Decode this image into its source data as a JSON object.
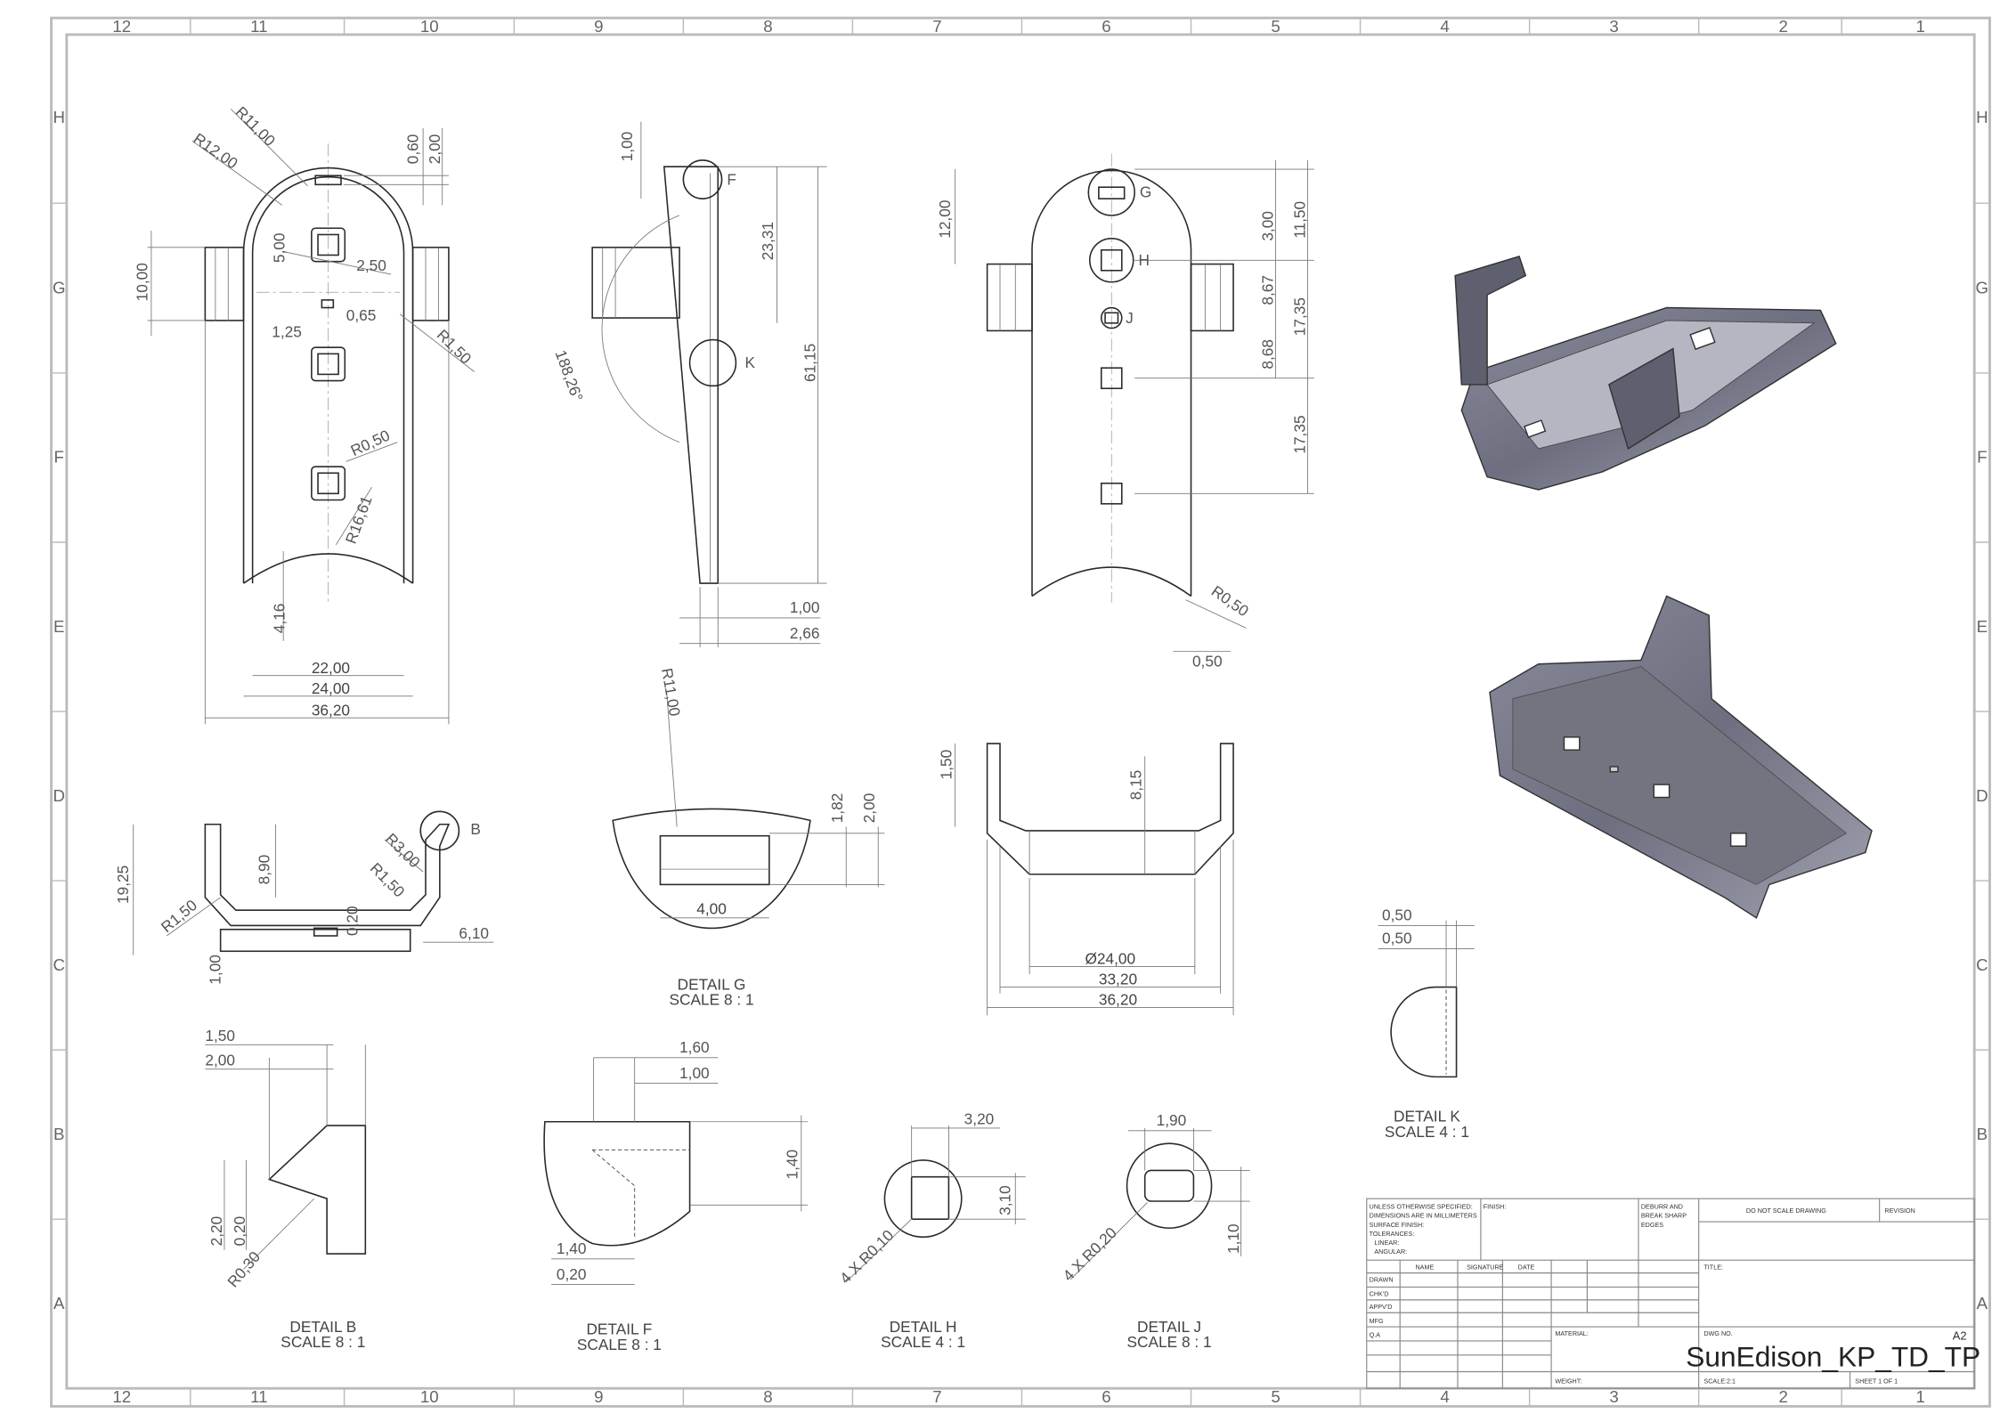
{
  "border": {
    "columns": [
      "12",
      "11",
      "10",
      "9",
      "8",
      "7",
      "6",
      "5",
      "4",
      "3",
      "2",
      "1"
    ],
    "rows": [
      "H",
      "G",
      "F",
      "E",
      "D",
      "C",
      "B",
      "A"
    ]
  },
  "front_view": {
    "dims": [
      "R11,00",
      "R12,00",
      "0,60",
      "2,00",
      "10,00",
      "5,00",
      "2,50",
      "0,65",
      "1,25",
      "R1,50",
      "R0,50",
      "R16,61",
      "4,16",
      "22,00",
      "24,00",
      "36,20"
    ]
  },
  "side_view": {
    "dims": [
      "1,00",
      "23,31",
      "61,15",
      "188,26°",
      "1,00",
      "2,66"
    ],
    "callouts": [
      "F",
      "K"
    ]
  },
  "rear_view": {
    "dims": [
      "12,00",
      "3,00",
      "11,50",
      "8,67",
      "17,35",
      "8,68",
      "17,35",
      "R0,50",
      "0,50"
    ],
    "callouts": [
      "G",
      "H",
      "J"
    ]
  },
  "section_view": {
    "dims": [
      "19,25",
      "8,90",
      "R3,00",
      "R1,50",
      "R1,50",
      "0,20",
      "6,10",
      "1,00"
    ],
    "callouts": [
      "B"
    ]
  },
  "end_view": {
    "dims": [
      "1,50",
      "8,15",
      "Ø24,00",
      "33,20",
      "36,20"
    ]
  },
  "details": {
    "g": {
      "title": "DETAIL G",
      "scale": "SCALE 8 : 1",
      "dims": [
        "R11,00",
        "1,82",
        "2,00",
        "4,00"
      ]
    },
    "k": {
      "title": "DETAIL K",
      "scale": "SCALE 4 : 1",
      "dims": [
        "0,50",
        "0,50"
      ]
    },
    "b": {
      "title": "DETAIL B",
      "scale": "SCALE 8 : 1",
      "dims": [
        "1,50",
        "2,00",
        "2,20",
        "0,20",
        "R0,30"
      ]
    },
    "f": {
      "title": "DETAIL F",
      "scale": "SCALE 8 : 1",
      "dims": [
        "1,60",
        "1,00",
        "1,40",
        "1,40",
        "0,20"
      ]
    },
    "h": {
      "title": "DETAIL H",
      "scale": "SCALE 4 : 1",
      "dims": [
        "3,20",
        "3,10",
        "4 X R0,10"
      ]
    },
    "j": {
      "title": "DETAIL J",
      "scale": "SCALE 8 : 1",
      "dims": [
        "1,90",
        "1,10",
        "4 X R0,20"
      ]
    }
  },
  "title_block": {
    "notes": [
      "UNLESS OTHERWISE SPECIFIED:",
      "DIMENSIONS ARE IN MILLIMETERS",
      "SURFACE FINISH:",
      "TOLERANCES:",
      "LINEAR:",
      "ANGULAR:"
    ],
    "finish": "FINISH:",
    "deburr": [
      "DEBURR AND",
      "BREAK SHARP",
      "EDGES"
    ],
    "do_not_scale": "DO NOT SCALE DRAWING",
    "revision": "REVISION",
    "headers": [
      "NAME",
      "SIGNATURE",
      "DATE"
    ],
    "roles": [
      "DRAWN",
      "CHK'D",
      "APPV'D",
      "MFG",
      "Q.A"
    ],
    "title_label": "TITLE:",
    "material": "MATERIAL:",
    "dwg_no_label": "DWG NO.",
    "dwg_no": "SunEdison_KP_TD_TP",
    "sheet_size": "A2",
    "weight": "WEIGHT:",
    "scale": "SCALE:2:1",
    "sheet": "SHEET 1 OF 1"
  }
}
